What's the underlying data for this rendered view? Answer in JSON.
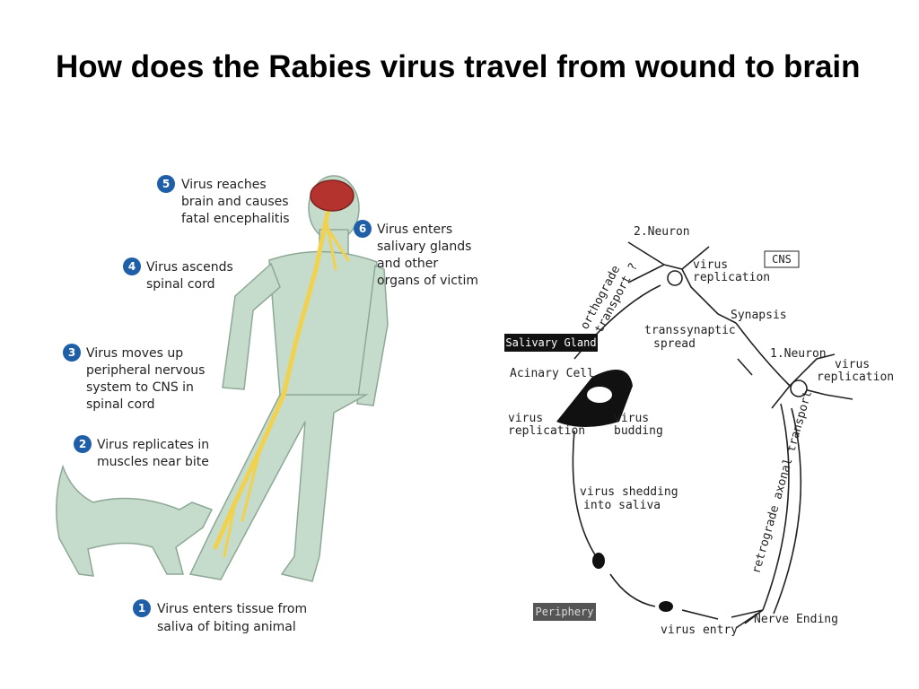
{
  "title": "How does the Rabies virus travel from wound to brain",
  "colors": {
    "badge": "#1f5fa8",
    "figure": "#c5dccc",
    "figure_stroke": "#8ea896",
    "nerve": "#f2d24c",
    "brain": "#b5332e",
    "ink": "#222222"
  },
  "left_steps": [
    {
      "num": "5",
      "lines": [
        "Virus reaches",
        "brain and causes",
        "fatal encephalitis"
      ]
    },
    {
      "num": "6",
      "lines": [
        "Virus enters",
        "salivary glands",
        "and other",
        "organs of victim"
      ]
    },
    {
      "num": "4",
      "lines": [
        "Virus ascends",
        "spinal cord"
      ]
    },
    {
      "num": "3",
      "lines": [
        "Virus moves up",
        "peripheral nervous",
        "system to CNS in",
        "spinal cord"
      ]
    },
    {
      "num": "2",
      "lines": [
        "Virus replicates in",
        "muscles near bite"
      ]
    },
    {
      "num": "1",
      "lines": [
        "Virus enters tissue from",
        "saliva of biting animal"
      ]
    }
  ],
  "right_diagram": {
    "neuron2": "2.Neuron",
    "virus_replication_top": [
      "virus",
      "replication"
    ],
    "cns": "CNS",
    "orthograde": [
      "orthograde",
      "transport ?"
    ],
    "synapsis": "Synapsis",
    "transsynaptic": [
      "transsynaptic",
      "spread"
    ],
    "salivary_gland": "Salivary Gland",
    "neuron1": "1.Neuron",
    "virus_replication_right": [
      "virus",
      "replication"
    ],
    "acinary": "Acinary Cell",
    "virus_replication_left": [
      "virus",
      "replication"
    ],
    "virus_budding": [
      "virus",
      "budding"
    ],
    "retrograde": "retrograde axonal transport",
    "shedding": [
      "virus shedding",
      "into saliva"
    ],
    "periphery": "Periphery",
    "virus_entry": "virus entry",
    "nerve_ending": "Nerve Ending"
  }
}
